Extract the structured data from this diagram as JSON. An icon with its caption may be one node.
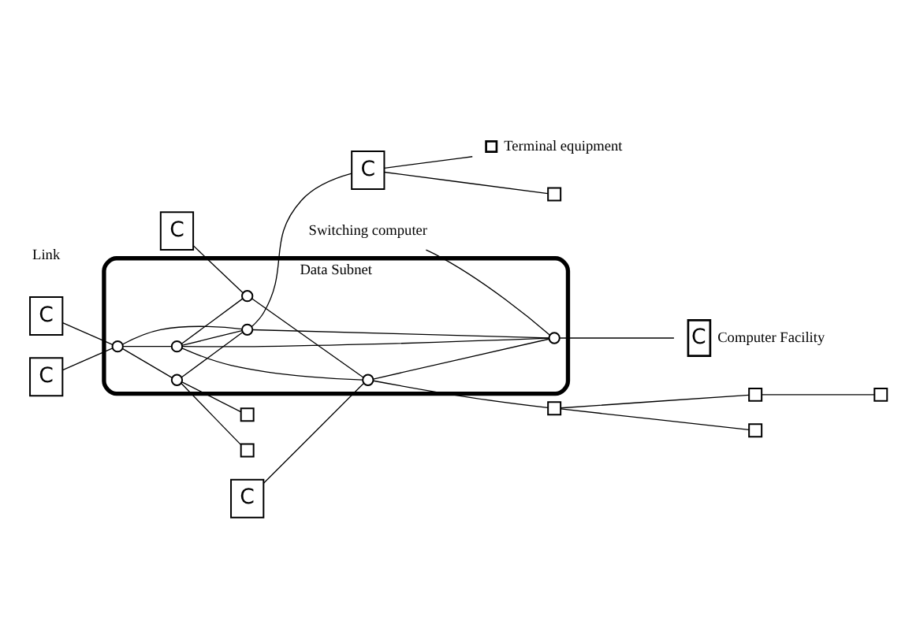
{
  "diagram": {
    "nodes": [
      {
        "text": [
          "Data Subnet"
        ]
      },
      {
        "text": [],
        "shape": "circle",
        "in": 0
      },
      {
        "text": [],
        "shape": "circle",
        "in": 0
      },
      {
        "text": [],
        "shape": "circle",
        "in": 0
      },
      {
        "text": [],
        "shape": "circle",
        "in": 0
      },
      {
        "text": [],
        "shape": "circle",
        "in": 0
      },
      {
        "text": [],
        "shape": "circle",
        "in": 0
      },
      {
        "text": [],
        "shape": "circle",
        "in": 0
      },
      {
        "text": [
          "C"
        ]
      },
      {
        "text": [
          "C"
        ]
      },
      {
        "text": [
          "C"
        ]
      },
      {
        "text": [
          "C"
        ]
      },
      {
        "text": [
          "C"
        ]
      },
      {
        "text": [
          "C"
        ],
        "beside": [
          "Computer Facility"
        ]
      },
      {
        "text": [],
        "shape": "box"
      },
      {
        "text": [],
        "shape": "box"
      },
      {
        "text": [],
        "shape": "box"
      },
      {
        "text": [],
        "shape": "box",
        "beside": [
          "Terminal equipment"
        ]
      },
      {
        "text": [],
        "shape": "box"
      },
      {
        "text": [],
        "shape": "box"
      },
      {
        "text": [],
        "shape": "box"
      },
      {
        "text": [],
        "shape": "box"
      },
      {
        "text": [
          "Switching computer"
        ]
      }
    ],
    "edges": [
      {
        "from": 8,
        "to": 1,
        "arrow": "none"
      },
      {
        "from": 9,
        "to": 1,
        "arrow": "none"
      },
      {
        "from": 10,
        "to": 3,
        "arrow": "none"
      },
      {
        "from": 11,
        "to": 4,
        "arrow": "none"
      },
      {
        "from": 1,
        "to": 2,
        "arrow": "none"
      },
      {
        "from": 2,
        "to": 3,
        "arrow": "none"
      },
      {
        "from": 2,
        "to": 4,
        "arrow": "none"
      },
      {
        "from": 3,
        "to": 4,
        "arrow": "none"
      },
      {
        "from": 1,
        "to": 5,
        "arrow": "none"
      },
      {
        "from": 1,
        "to": 6,
        "arrow": "none"
      },
      {
        "from": 2,
        "to": 6,
        "arrow": "none"
      },
      {
        "from": 2,
        "to": 7,
        "arrow": "none"
      },
      {
        "from": 4,
        "to": 7,
        "arrow": "none"
      },
      {
        "from": 5,
        "to": 6,
        "arrow": "none"
      },
      {
        "from": 6,
        "to": 7,
        "arrow": "none"
      },
      {
        "from": 4,
        "to": 18,
        "arrow": "none"
      },
      {
        "from": 18,
        "to": 19,
        "arrow": "none"
      },
      {
        "from": 18,
        "to": 20,
        "arrow": "none"
      },
      {
        "from": 20,
        "to": 21,
        "arrow": "none"
      },
      {
        "from": 5,
        "to": 14,
        "arrow": "none"
      },
      {
        "from": 5,
        "to": 15,
        "arrow": "none"
      },
      {
        "from": 6,
        "to": 12,
        "arrow": "none"
      },
      {
        "from": 7,
        "to": 13,
        "arrow": "none"
      },
      {
        "from": 12,
        "to": 16,
        "arrow": "none"
      },
      {
        "from": 12,
        "to": 17,
        "arrow": "none"
      },
      {
        "from": 22,
        "to": 7,
        "arrow": "none"
      }
    ],
    "labels": [
      "Link"
    ]
  }
}
